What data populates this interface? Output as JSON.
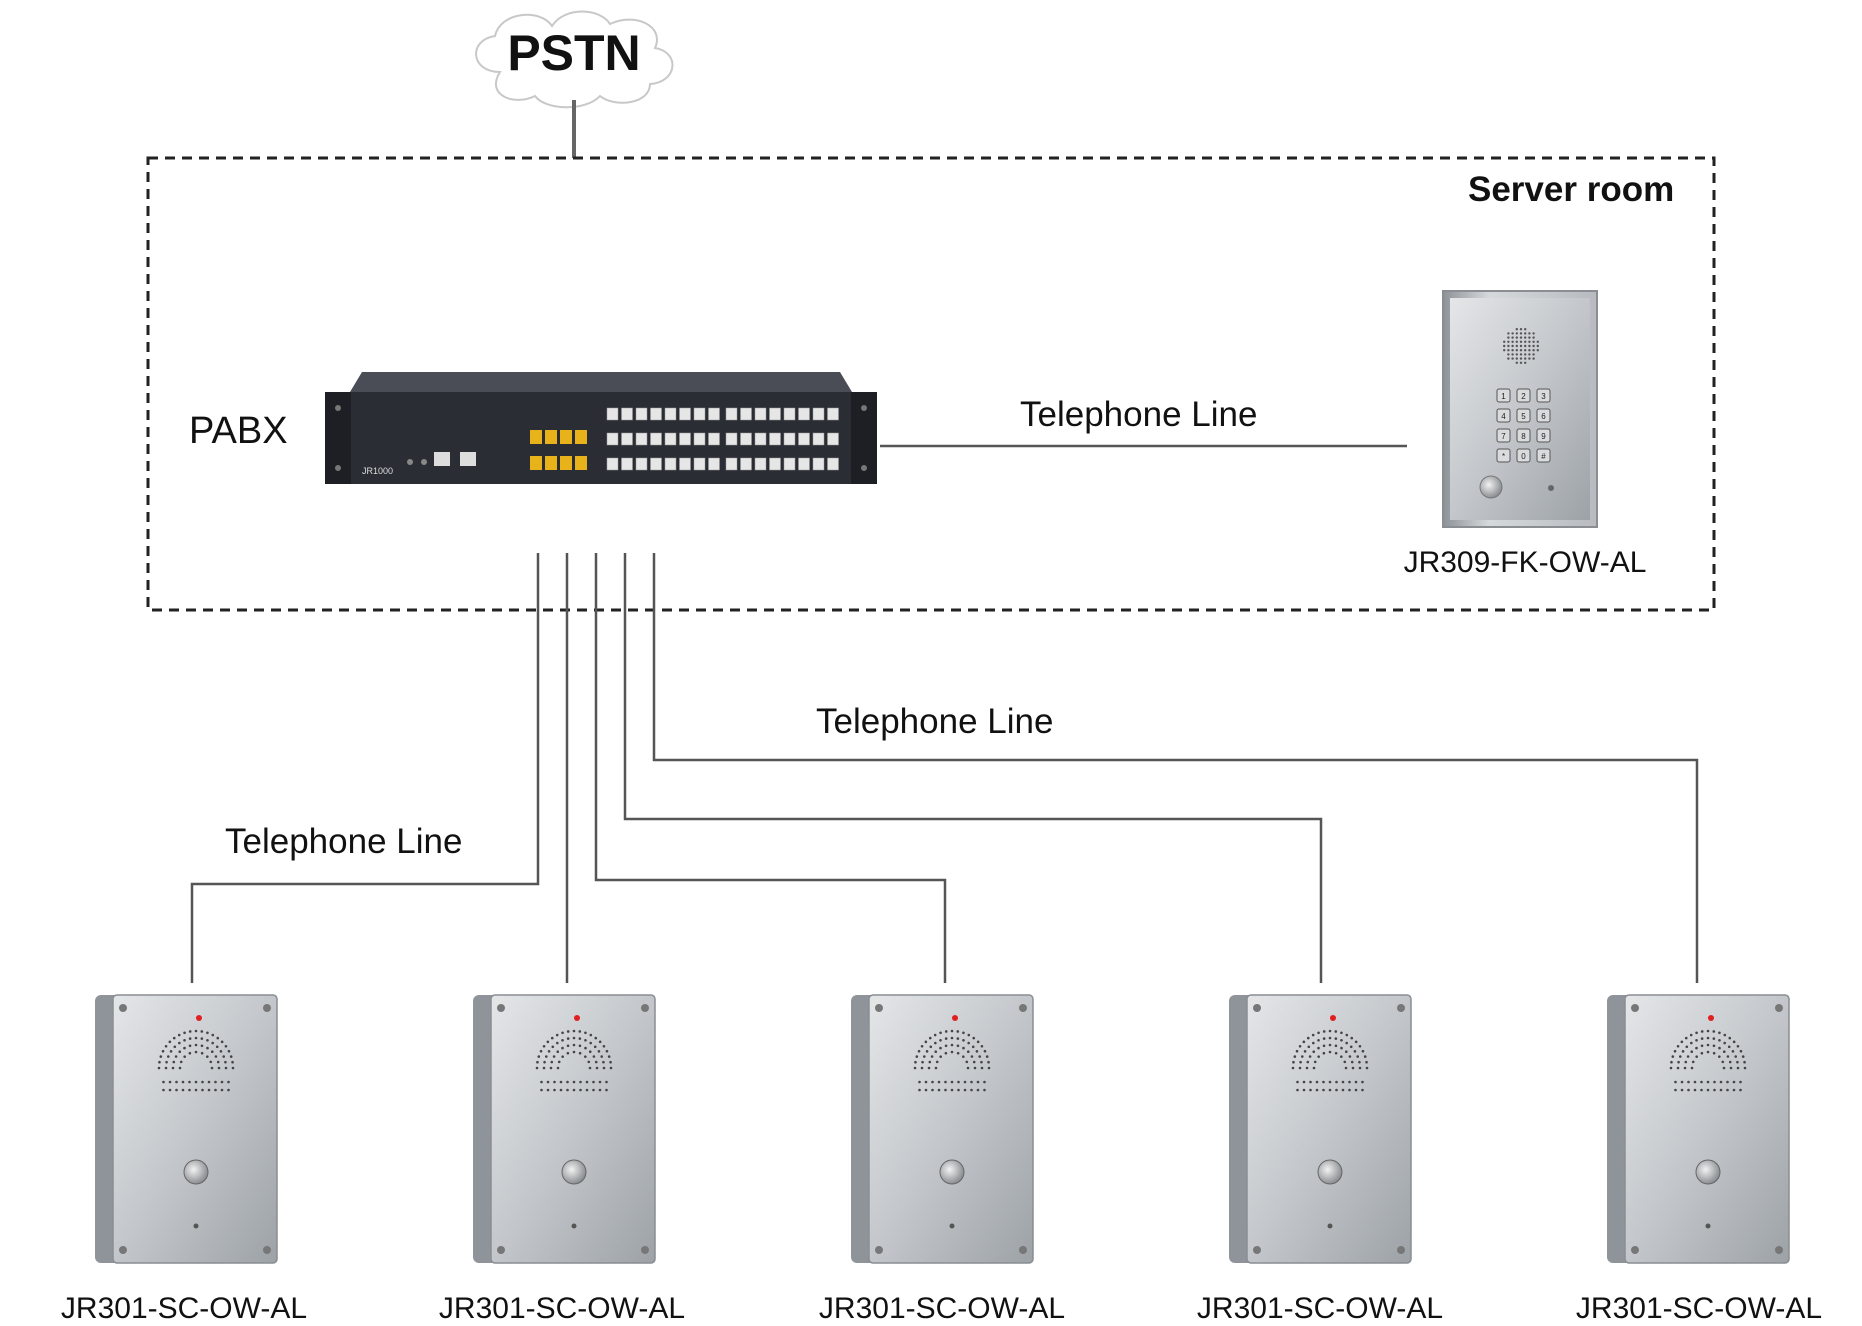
{
  "pstn_label": "PSTN",
  "server_room_label": "Server room",
  "pabx_label": "PABX",
  "pabx_model_text": "JR1000",
  "line_labels": [
    "Telephone Line",
    "Telephone Line",
    "Telephone Line"
  ],
  "server_phone_model": "JR309-FK-OW-AL",
  "keypad_keys": [
    "1",
    "2",
    "3",
    "4",
    "5",
    "6",
    "7",
    "8",
    "9",
    "*",
    "0",
    "#"
  ],
  "field_phone_models": [
    "JR301-SC-OW-AL",
    "JR301-SC-OW-AL",
    "JR301-SC-OW-AL",
    "JR301-SC-OW-AL",
    "JR301-SC-OW-AL"
  ],
  "colors": {
    "line": "#555555",
    "pabx_body": "#2e3038",
    "rj11_port": "#e8b21a",
    "panel_steel": "#c9cdd1",
    "indicator_red": "#e02020"
  }
}
